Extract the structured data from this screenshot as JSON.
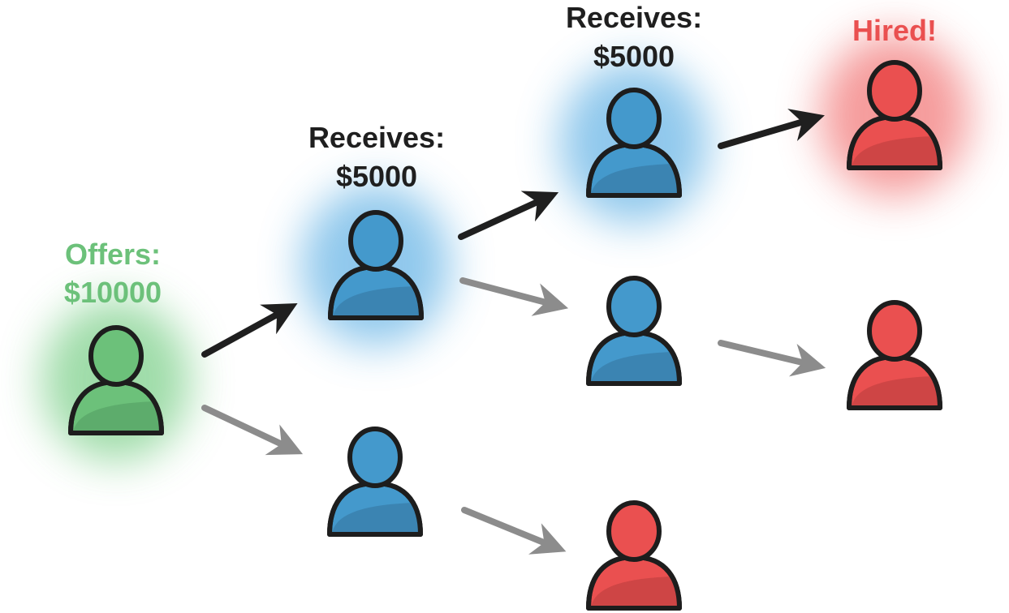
{
  "colors": {
    "offer": "#6cc17a",
    "offer_dark": "#5aa86a",
    "offer_glow": "#7fd08c",
    "receive": "#4499cc",
    "receive_dark": "#3a80ad",
    "receive_glow": "#6ab6e6",
    "hired": "#ea5050",
    "hired_dark": "#c94343",
    "hired_glow": "#f27a7a",
    "outline": "#1d1d1d",
    "arrow_active": "#1f1f1f",
    "arrow_inactive": "#8c8c8c",
    "text_dark": "#1f1f1f",
    "text_offer": "#6cc17a",
    "text_hired": "#ea5050"
  },
  "labels": {
    "offer": {
      "line1": "Offers:",
      "line2": "$10000"
    },
    "receive_1": {
      "line1": "Receives:",
      "line2": "$5000"
    },
    "receive_2": {
      "line1": "Receives:",
      "line2": "$5000"
    },
    "hired": {
      "line1": "Hired!"
    }
  },
  "people": [
    {
      "id": "p-offer",
      "role": "offer",
      "highlight": true
    },
    {
      "id": "p-l1-top",
      "role": "receive",
      "highlight": true
    },
    {
      "id": "p-l1-bottom",
      "role": "receive",
      "highlight": false
    },
    {
      "id": "p-l2-top",
      "role": "receive",
      "highlight": true
    },
    {
      "id": "p-l2-mid",
      "role": "receive",
      "highlight": false
    },
    {
      "id": "p-l2-bottom",
      "role": "hired",
      "highlight": false
    },
    {
      "id": "p-l3-top",
      "role": "hired",
      "highlight": true
    },
    {
      "id": "p-l3-mid",
      "role": "hired",
      "highlight": false
    }
  ],
  "arrows": [
    {
      "from": "p-offer",
      "to": "p-l1-top",
      "active": true
    },
    {
      "from": "p-offer",
      "to": "p-l1-bottom",
      "active": false
    },
    {
      "from": "p-l1-top",
      "to": "p-l2-top",
      "active": true
    },
    {
      "from": "p-l1-top",
      "to": "p-l2-mid",
      "active": false
    },
    {
      "from": "p-l1-bottom",
      "to": "p-l2-bottom",
      "active": false
    },
    {
      "from": "p-l2-top",
      "to": "p-l3-top",
      "active": true
    },
    {
      "from": "p-l2-mid",
      "to": "p-l3-mid",
      "active": false
    }
  ]
}
